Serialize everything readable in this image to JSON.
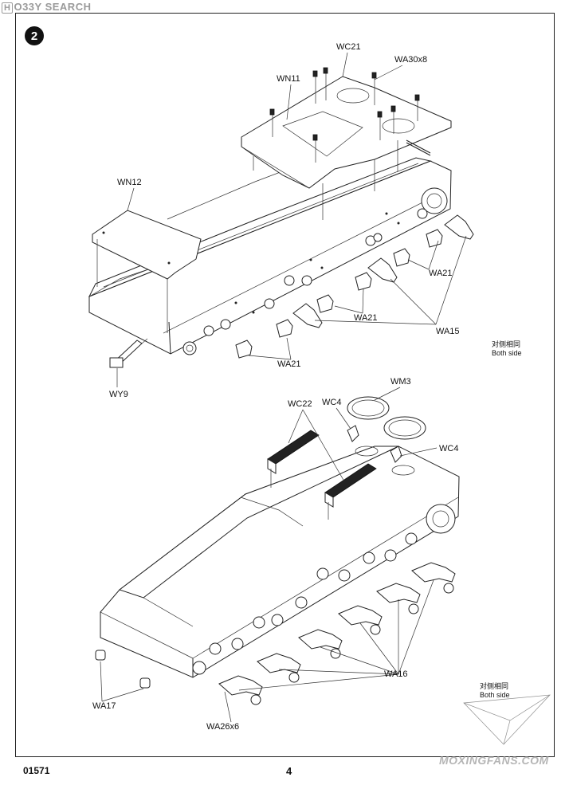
{
  "watermark_top": {
    "logo": "H",
    "text": "O33Y SEARCH"
  },
  "watermark_bottom": "MOXINGFANS.COM",
  "step_number": "2",
  "upper_assembly": {
    "labels": {
      "wc21": "WC21",
      "wa30x8": "WA30x8",
      "wn11": "WN11",
      "wn12": "WN12",
      "wa21_right": "WA21",
      "wa21_mid": "WA21",
      "wa15": "WA15",
      "wa21_bottom": "WA21",
      "wy9": "WY9"
    },
    "note": {
      "cn": "对侧相同",
      "en": "Both side"
    }
  },
  "lower_assembly": {
    "labels": {
      "wm3": "WM3",
      "wc22": "WC22",
      "wc4_top": "WC4",
      "wc4_right": "WC4",
      "wa16": "WA16",
      "wa17": "WA17",
      "wa26x6": "WA26x6"
    },
    "note": {
      "cn": "对侧相同",
      "en": "Both side"
    }
  },
  "footer": {
    "product_code": "01571",
    "page_number": "4"
  }
}
